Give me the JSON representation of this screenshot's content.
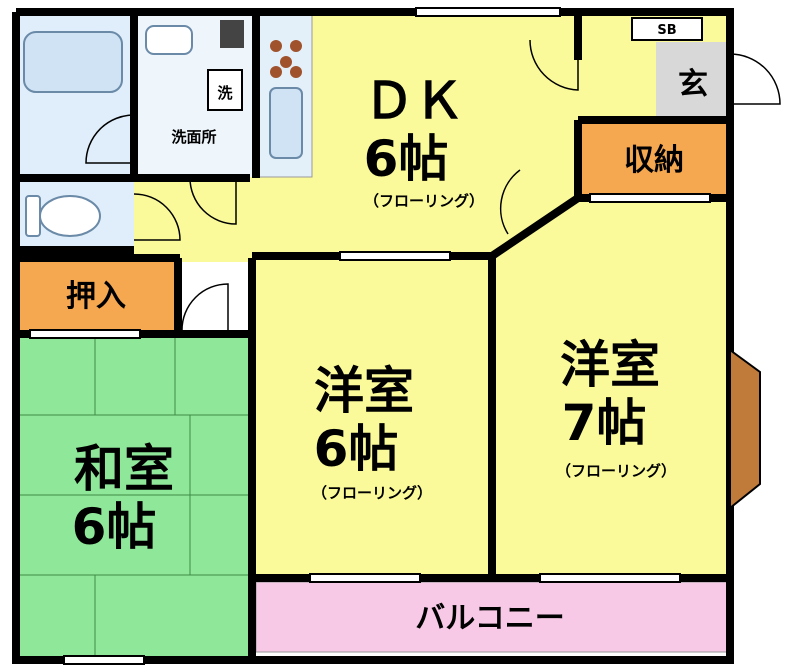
{
  "rooms": {
    "dk": {
      "name": "ＤＫ",
      "size": "6帖",
      "floor": "（フローリング）"
    },
    "western1": {
      "name": "洋室",
      "size": "6帖",
      "floor": "（フローリング）"
    },
    "western2": {
      "name": "洋室",
      "size": "7帖",
      "floor": "（フローリング）"
    },
    "japanese": {
      "name": "和室",
      "size": "6帖"
    },
    "washroom": {
      "name": "洗面所"
    },
    "washer": {
      "label": "洗"
    },
    "entrance": {
      "name": "玄"
    },
    "shoe_box": {
      "label": "SB"
    },
    "storage": {
      "name": "収納"
    },
    "closet": {
      "name": "押入"
    },
    "balcony": {
      "name": "バルコニー"
    }
  },
  "colors": {
    "wall": "#000000",
    "dk_floor": "#fafa9a",
    "western_floor": "#fafa9a",
    "japanese_floor": "#8fe89a",
    "wet_area": "#dfeefa",
    "storage_orange": "#f5a84f",
    "balcony_pink": "#f7c9e6",
    "entrance_gray": "#d8d8d8",
    "bay_window": "#c07a3a"
  }
}
